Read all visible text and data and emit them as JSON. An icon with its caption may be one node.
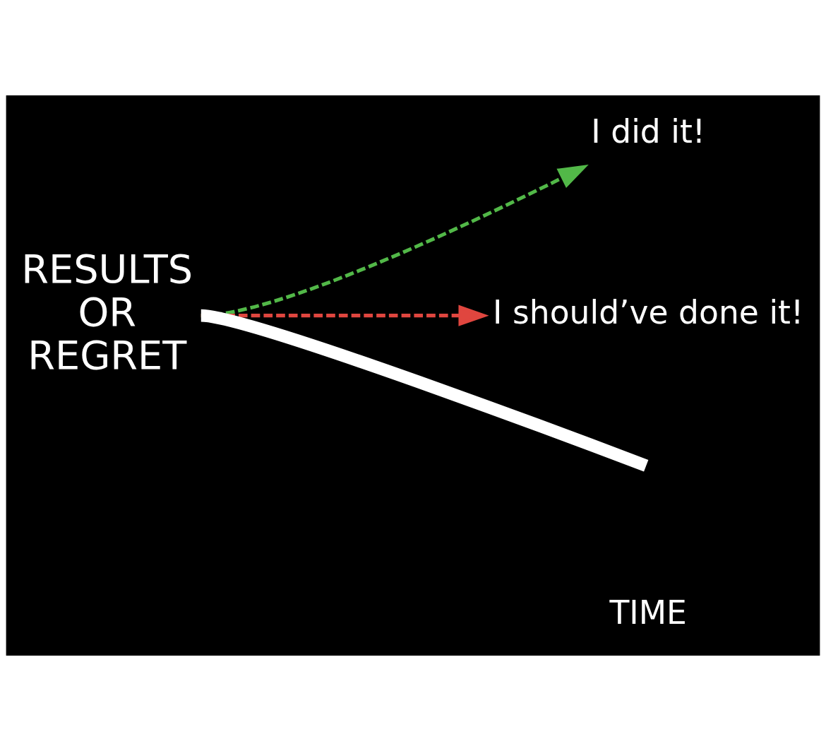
{
  "diagram": {
    "nodes": [
      {
        "text": [
          "RESULTS OR REGRET"
        ]
      },
      {
        "text": [
          "I did it!"
        ]
      },
      {
        "text": [
          "I should’ve done it!"
        ]
      }
    ],
    "edges": [
      {
        "from": 0,
        "to": 1,
        "arrow": "to",
        "style": "dashed",
        "color": "#52b848"
      },
      {
        "from": 0,
        "to": 2,
        "arrow": "to",
        "style": "dashed",
        "color": "#e0463f"
      },
      {
        "from": 0,
        "to": null,
        "arrow": "none",
        "style": "thick",
        "color": "#ffffff"
      }
    ],
    "labels": [
      "TIME"
    ]
  }
}
